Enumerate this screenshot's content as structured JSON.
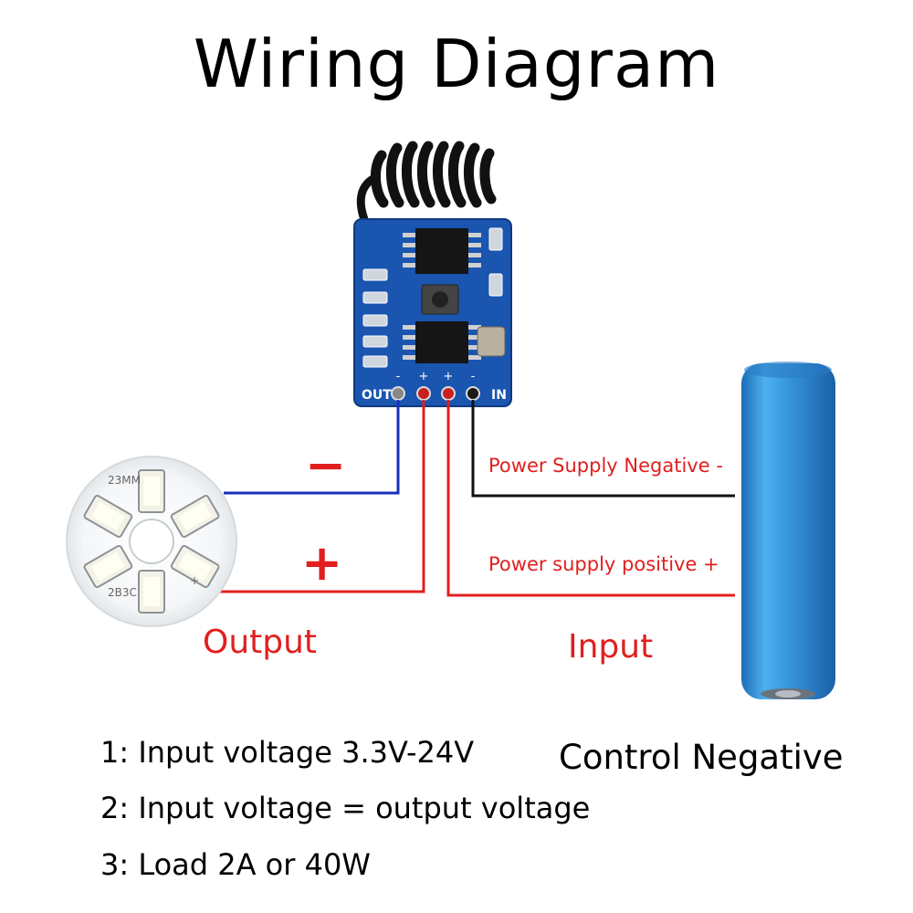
{
  "title": "Wiring Diagram",
  "module": {
    "pin_signs": [
      "-",
      "+",
      "+",
      "-"
    ],
    "out_label": "OUT",
    "in_label": "IN"
  },
  "led": {
    "marking_top": "23MM",
    "marking_bottom": "2B3C",
    "marking_plus": "+"
  },
  "signs": {
    "negative": "−",
    "positive": "+"
  },
  "wire_labels": {
    "negative": "Power Supply Negative -",
    "positive": "Power supply positive +"
  },
  "section_labels": {
    "output": "Output",
    "input": "Input"
  },
  "notes": [
    "1: Input voltage 3.3V-24V",
    "2: Input voltage = output voltage",
    "3: Load 2A or 40W"
  ],
  "control_label": "Control Negative",
  "colors": {
    "red_wire": "#e11f1f",
    "blue_wire": "#1a2fb8",
    "black_wire": "#111111",
    "pcb": "#1a55b0",
    "battery": "#2d8fd6"
  }
}
